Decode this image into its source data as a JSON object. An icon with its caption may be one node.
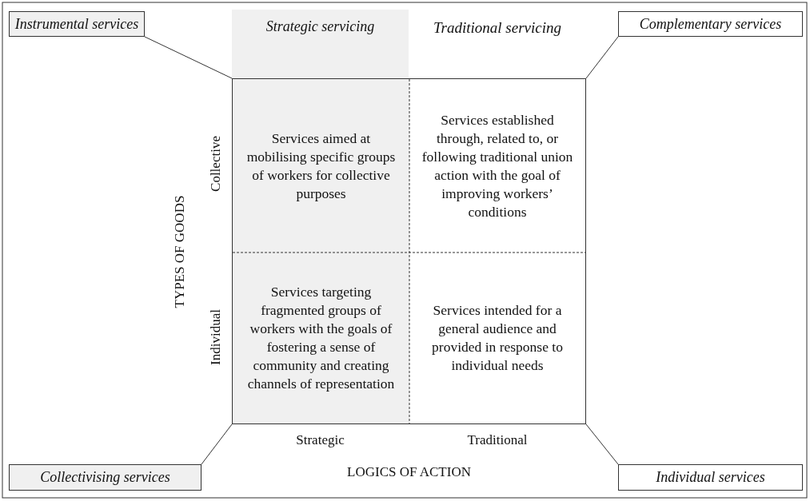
{
  "diagram": {
    "nodes": [
      {
        "text": [
          "Instrumental services"
        ]
      },
      {
        "text": [
          "Strategic servicing"
        ]
      },
      {
        "text": [
          "Complementary services"
        ]
      },
      {
        "text": [],
        "shape": "box"
      },
      {
        "text": [
          "Services aimed at mobilising specific groups of workers for collective purposes"
        ],
        "in": 3
      },
      {
        "text": [
          "Services established through, related to, or following traditional union action with the goal of improving workers’ conditions"
        ],
        "in": 3
      },
      {
        "text": [
          "Services targeting fragmented groups of workers with the goals of fostering a sense of community and creating channels of representation"
        ],
        "in": 3
      },
      {
        "text": [
          "Services intended for a general audience and provided in response to individual needs"
        ],
        "in": 3
      },
      {
        "text": [
          "Collectivising services"
        ]
      },
      {
        "text": [
          "Individual services"
        ]
      }
    ],
    "edges": [
      {
        "from": 0,
        "to": 3,
        "arrow": "none"
      },
      {
        "from": 2,
        "to": 3,
        "arrow": "none"
      },
      {
        "from": 8,
        "to": 3,
        "arrow": "none"
      },
      {
        "from": 9,
        "to": 3,
        "arrow": "none"
      }
    ],
    "labels": [
      "Traditional servicing",
      "TYPES OF GOODS",
      "Collective",
      "Individual",
      "Strategic",
      "Traditional",
      "LOGICS OF ACTION"
    ]
  }
}
